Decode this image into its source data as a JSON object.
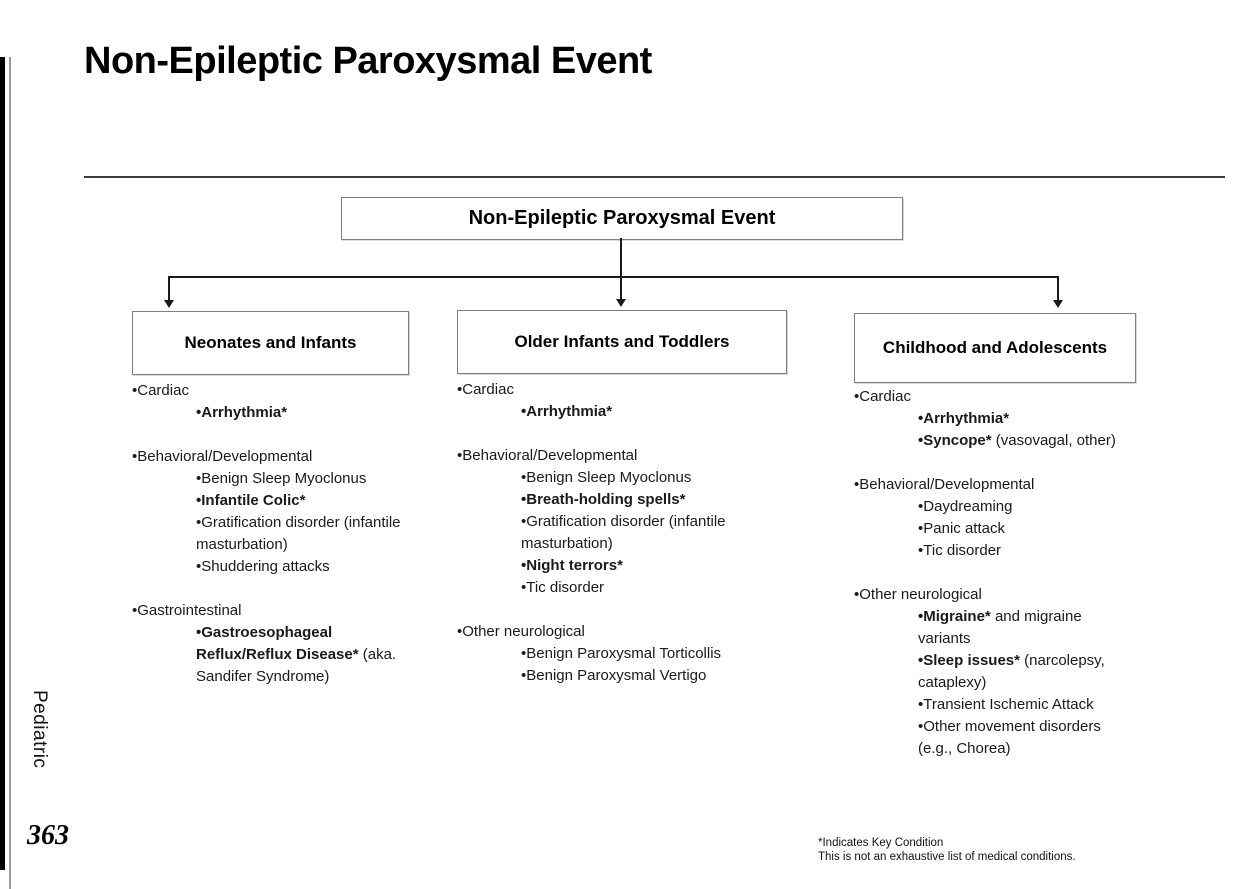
{
  "page": {
    "title": "Non-Epileptic Paroxysmal Event",
    "sidebar_label": "Pediatric",
    "page_number": "363",
    "footnote_line1": "*Indicates Key Condition",
    "footnote_line2": "This is not an exhaustive list of medical conditions."
  },
  "diagram": {
    "root_label": "Non-Epileptic Paroxysmal Event",
    "columns": [
      {
        "header": "Neonates and Infants",
        "lines": [
          {
            "indent": 0,
            "gap": false,
            "segments": [
              {
                "text": "•Cardiac",
                "bold": false
              }
            ]
          },
          {
            "indent": 1,
            "gap": false,
            "segments": [
              {
                "text": "•Arrhythmia*",
                "bold": true
              }
            ]
          },
          {
            "indent": 0,
            "gap": true,
            "segments": [
              {
                "text": "•Behavioral/Developmental",
                "bold": false
              }
            ]
          },
          {
            "indent": 1,
            "gap": false,
            "segments": [
              {
                "text": "•Benign Sleep Myoclonus",
                "bold": false
              }
            ]
          },
          {
            "indent": 1,
            "gap": false,
            "segments": [
              {
                "text": "•Infantile Colic*",
                "bold": true
              }
            ]
          },
          {
            "indent": 1,
            "gap": false,
            "segments": [
              {
                "text": "•Gratification disorder (infantile",
                "bold": false
              }
            ]
          },
          {
            "indent": 1,
            "gap": false,
            "segments": [
              {
                "text": "masturbation)",
                "bold": false
              }
            ]
          },
          {
            "indent": 1,
            "gap": false,
            "segments": [
              {
                "text": "•Shuddering attacks",
                "bold": false
              }
            ]
          },
          {
            "indent": 0,
            "gap": true,
            "segments": [
              {
                "text": "•Gastrointestinal",
                "bold": false
              }
            ]
          },
          {
            "indent": 1,
            "gap": false,
            "segments": [
              {
                "text": "•Gastroesophageal",
                "bold": true
              }
            ]
          },
          {
            "indent": 1,
            "gap": false,
            "segments": [
              {
                "text": "Reflux/Reflux Disease*",
                "bold": true
              },
              {
                "text": " (aka.",
                "bold": false
              }
            ]
          },
          {
            "indent": 1,
            "gap": false,
            "segments": [
              {
                "text": "Sandifer Syndrome)",
                "bold": false
              }
            ]
          }
        ]
      },
      {
        "header": "Older Infants and Toddlers",
        "lines": [
          {
            "indent": 0,
            "gap": false,
            "segments": [
              {
                "text": "•Cardiac",
                "bold": false
              }
            ]
          },
          {
            "indent": 1,
            "gap": false,
            "segments": [
              {
                "text": "•Arrhythmia*",
                "bold": true
              }
            ]
          },
          {
            "indent": 0,
            "gap": true,
            "segments": [
              {
                "text": "•Behavioral/Developmental",
                "bold": false
              }
            ]
          },
          {
            "indent": 1,
            "gap": false,
            "segments": [
              {
                "text": "•Benign Sleep Myoclonus",
                "bold": false
              }
            ]
          },
          {
            "indent": 1,
            "gap": false,
            "segments": [
              {
                "text": "•Breath-holding spells*",
                "bold": true
              }
            ]
          },
          {
            "indent": 1,
            "gap": false,
            "segments": [
              {
                "text": "•Gratification disorder (infantile",
                "bold": false
              }
            ]
          },
          {
            "indent": 1,
            "gap": false,
            "segments": [
              {
                "text": "masturbation)",
                "bold": false
              }
            ]
          },
          {
            "indent": 1,
            "gap": false,
            "segments": [
              {
                "text": "•Night terrors*",
                "bold": true
              }
            ]
          },
          {
            "indent": 1,
            "gap": false,
            "segments": [
              {
                "text": "•Tic disorder",
                "bold": false
              }
            ]
          },
          {
            "indent": 0,
            "gap": true,
            "segments": [
              {
                "text": "•Other neurological",
                "bold": false
              }
            ]
          },
          {
            "indent": 1,
            "gap": false,
            "segments": [
              {
                "text": "•Benign Paroxysmal Torticollis",
                "bold": false
              }
            ]
          },
          {
            "indent": 1,
            "gap": false,
            "segments": [
              {
                "text": "•Benign Paroxysmal Vertigo",
                "bold": false
              }
            ]
          }
        ]
      },
      {
        "header": "Childhood and Adolescents",
        "lines": [
          {
            "indent": 0,
            "gap": false,
            "segments": [
              {
                "text": "•Cardiac",
                "bold": false
              }
            ]
          },
          {
            "indent": 1,
            "gap": false,
            "segments": [
              {
                "text": "•Arrhythmia*",
                "bold": true
              }
            ]
          },
          {
            "indent": 1,
            "gap": false,
            "segments": [
              {
                "text": "•Syncope*",
                "bold": true
              },
              {
                "text": " (vasovagal, other)",
                "bold": false
              }
            ]
          },
          {
            "indent": 0,
            "gap": true,
            "segments": [
              {
                "text": "•Behavioral/Developmental",
                "bold": false
              }
            ]
          },
          {
            "indent": 1,
            "gap": false,
            "segments": [
              {
                "text": "•Daydreaming",
                "bold": false
              }
            ]
          },
          {
            "indent": 1,
            "gap": false,
            "segments": [
              {
                "text": "•Panic attack",
                "bold": false
              }
            ]
          },
          {
            "indent": 1,
            "gap": false,
            "segments": [
              {
                "text": "•Tic disorder",
                "bold": false
              }
            ]
          },
          {
            "indent": 0,
            "gap": true,
            "segments": [
              {
                "text": "•Other neurological",
                "bold": false
              }
            ]
          },
          {
            "indent": 1,
            "gap": false,
            "segments": [
              {
                "text": "•Migraine*",
                "bold": true
              },
              {
                "text": " and migraine",
                "bold": false
              }
            ]
          },
          {
            "indent": 1,
            "gap": false,
            "segments": [
              {
                "text": "variants",
                "bold": false
              }
            ]
          },
          {
            "indent": 1,
            "gap": false,
            "segments": [
              {
                "text": "•Sleep issues*",
                "bold": true
              },
              {
                "text": " (narcolepsy,",
                "bold": false
              }
            ]
          },
          {
            "indent": 1,
            "gap": false,
            "segments": [
              {
                "text": "cataplexy)",
                "bold": false
              }
            ]
          },
          {
            "indent": 1,
            "gap": false,
            "segments": [
              {
                "text": "•Transient Ischemic Attack",
                "bold": false
              }
            ]
          },
          {
            "indent": 1,
            "gap": false,
            "segments": [
              {
                "text": "•Other movement disorders",
                "bold": false
              }
            ]
          },
          {
            "indent": 1,
            "gap": false,
            "segments": [
              {
                "text": "(e.g., Chorea)",
                "bold": false
              }
            ]
          }
        ]
      }
    ]
  }
}
